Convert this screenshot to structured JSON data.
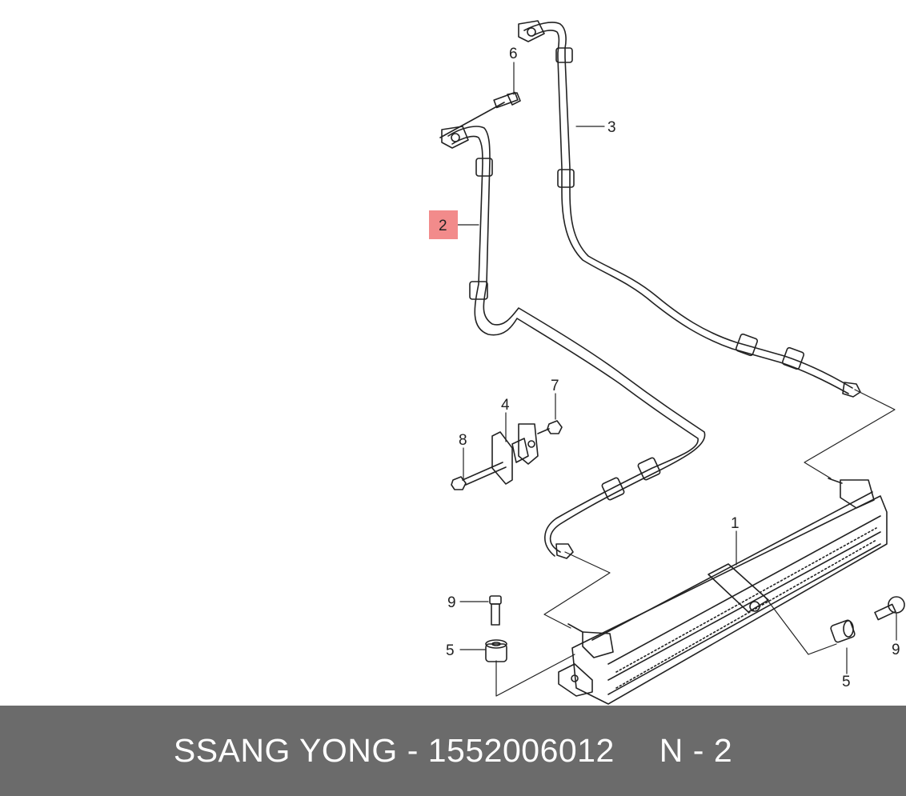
{
  "diagram": {
    "callouts": [
      {
        "id": "1",
        "label": "1",
        "highlighted": false
      },
      {
        "id": "2",
        "label": "2",
        "highlighted": true
      },
      {
        "id": "3",
        "label": "3",
        "highlighted": false
      },
      {
        "id": "4",
        "label": "4",
        "highlighted": false
      },
      {
        "id": "5a",
        "label": "5",
        "highlighted": false
      },
      {
        "id": "5b",
        "label": "5",
        "highlighted": false
      },
      {
        "id": "6",
        "label": "6",
        "highlighted": false
      },
      {
        "id": "7",
        "label": "7",
        "highlighted": false
      },
      {
        "id": "8",
        "label": "8",
        "highlighted": false
      },
      {
        "id": "9a",
        "label": "9",
        "highlighted": false
      },
      {
        "id": "9b",
        "label": "9",
        "highlighted": false
      }
    ],
    "highlight_color": "#f28b8b",
    "line_color": "#222222"
  },
  "footer": {
    "brand": "SSANG YONG",
    "separator": "-",
    "part_number": "1552006012",
    "position_code": "N - 2",
    "background_color": "#6b6b6b",
    "text_color": "#ffffff"
  }
}
